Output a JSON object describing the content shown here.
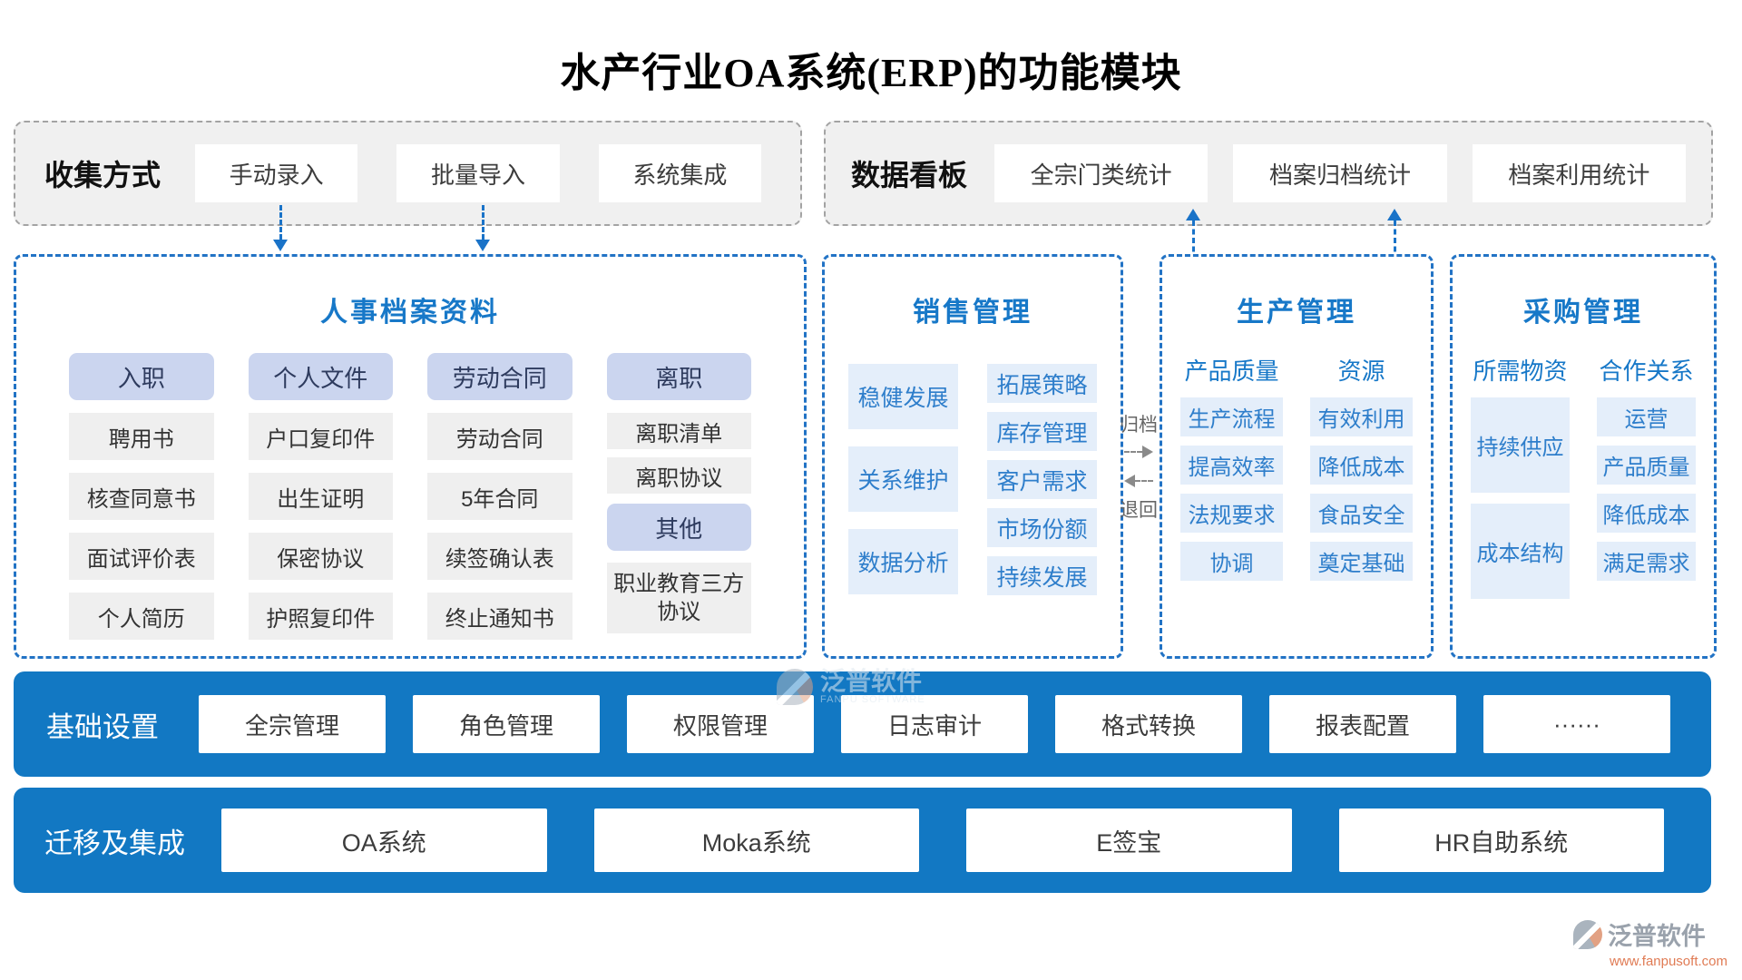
{
  "title": "水产行业OA系统(ERP)的功能模块",
  "collection": {
    "label": "收集方式",
    "items": [
      "手动录入",
      "批量导入",
      "系统集成"
    ]
  },
  "dashboard": {
    "label": "数据看板",
    "items": [
      "全宗门类统计",
      "档案归档统计",
      "档案利用统计"
    ]
  },
  "personnel": {
    "title": "人事档案资料",
    "columns": [
      {
        "header": "入职",
        "cells": [
          "聘用书",
          "核查同意书",
          "面试评价表",
          "个人简历"
        ]
      },
      {
        "header": "个人文件",
        "cells": [
          "户口复印件",
          "出生证明",
          "保密协议",
          "护照复印件"
        ]
      },
      {
        "header": "劳动合同",
        "cells": [
          "劳动合同",
          "5年合同",
          "续签确认表",
          "终止通知书"
        ]
      },
      {
        "header": "离职",
        "cells": [
          "离职清单",
          "离职协议"
        ],
        "other_header": "其他",
        "other_cell": "职业教育三方协议"
      }
    ]
  },
  "sales": {
    "title": "销售管理",
    "left": [
      "稳健发展",
      "关系维护",
      "数据分析"
    ],
    "right": [
      "拓展策略",
      "库存管理",
      "客户需求",
      "市场份额",
      "持续发展"
    ]
  },
  "flow": {
    "archive": "归档",
    "return": "退回"
  },
  "production": {
    "title": "生产管理",
    "columns": [
      {
        "header": "产品质量",
        "cells": [
          "生产流程",
          "提高效率",
          "法规要求",
          "协调"
        ]
      },
      {
        "header": "资源",
        "cells": [
          "有效利用",
          "降低成本",
          "食品安全",
          "奠定基础"
        ]
      }
    ]
  },
  "procurement": {
    "title": "采购管理",
    "columns": [
      {
        "header": "所需物资",
        "cells": [
          "持续供应",
          "成本结构"
        ]
      },
      {
        "header": "合作关系",
        "cells": [
          "运营",
          "产品质量",
          "降低成本",
          "满足需求"
        ]
      }
    ]
  },
  "basic": {
    "label": "基础设置",
    "items": [
      "全宗管理",
      "角色管理",
      "权限管理",
      "日志审计",
      "格式转换",
      "报表配置",
      "······"
    ]
  },
  "migration": {
    "label": "迁移及集成",
    "items": [
      "OA系统",
      "Moka系统",
      "E签宝",
      "HR自助系统"
    ]
  },
  "watermark_center": {
    "brand": "泛普软件",
    "sub": "FANPU SOFTWARE"
  },
  "watermark_corner": {
    "brand": "泛普软件",
    "url": "www.fanpusoft.com"
  },
  "colors": {
    "bar_blue": "#1278c3",
    "dashed_blue": "#2273c5",
    "title_blue": "#1778c8",
    "cell_blue_bg": "#e4eefa",
    "cell_blue_text": "#2e7ecb",
    "header_lavender": "#cbd5ef",
    "gray_box_bg": "#f0f0f0",
    "watermark_orange": "#e07b54"
  }
}
